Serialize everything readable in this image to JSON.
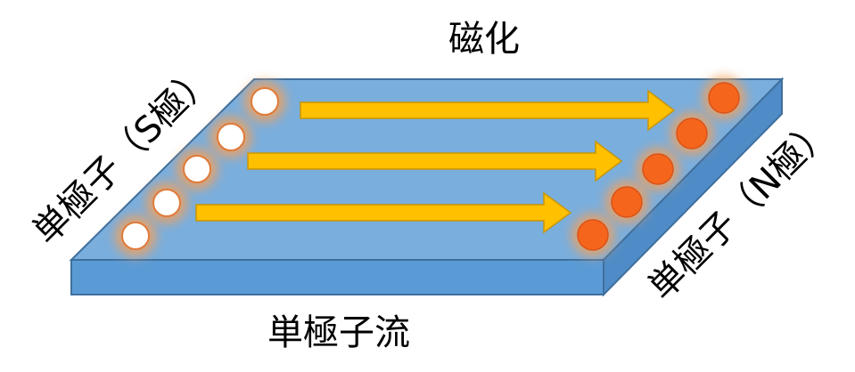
{
  "labels": {
    "top": "磁化",
    "bottom": "単極子流",
    "left": "単極子（S極）",
    "right": "単極子（N極）"
  },
  "colors": {
    "slab_top": "#7aaedd",
    "slab_front": "#5b9bd5",
    "slab_side": "#4f8cc7",
    "slab_edge": "#3f6f9e",
    "arrow_fill": "#ffc000",
    "arrow_stroke": "#c89600",
    "s_pole_fill": "#ffffff",
    "n_pole_fill": "#f5651c",
    "glow": "#f4a05a"
  },
  "icons": {
    "s_pole": "hollow-circle",
    "n_pole": "filled-circle",
    "flow": "right-arrow"
  },
  "counts": {
    "s_pole_circles": 5,
    "n_pole_circles": 5,
    "arrows": 3
  }
}
